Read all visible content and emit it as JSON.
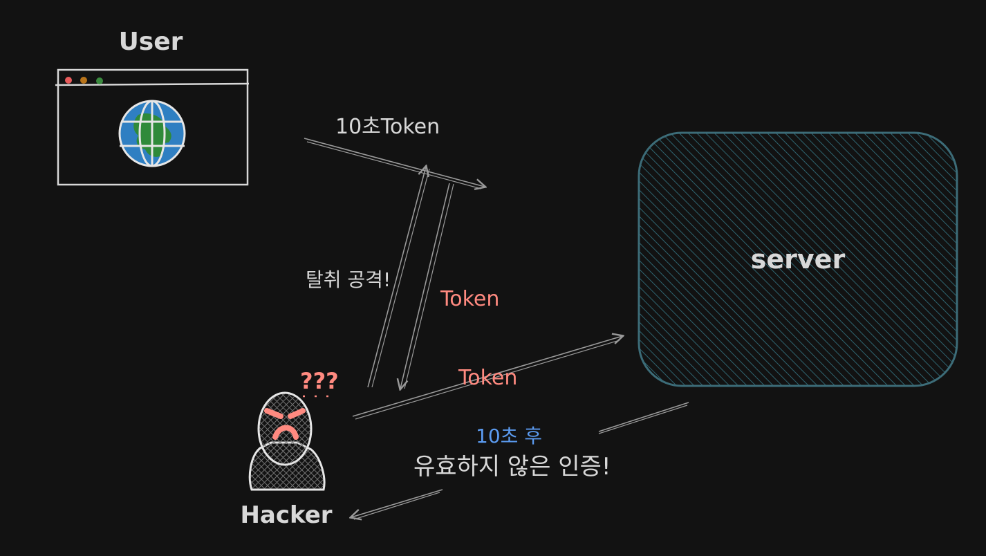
{
  "labels": {
    "user": "User",
    "server": "server",
    "hacker": "Hacker",
    "token_with_time": "10초Token",
    "steal_attack": "탈취 공격!",
    "token_stolen": "Token",
    "token_forward": "Token",
    "question": "???",
    "after_time": "10초 후",
    "invalid_auth": "유효하지 않은 인증!"
  },
  "colors": {
    "background": "#121212",
    "line": "#d8d8d8",
    "arrow": "#9a9a9a",
    "token_red": "#ff8a80",
    "time_blue": "#5b9bf0",
    "server_fill": "#1c4b55",
    "server_stroke": "#3c6c78",
    "globe_blue": "#2f7fc2",
    "globe_green": "#2f8a3a",
    "dot_red": "#e85b5b",
    "dot_orange": "#b8741a",
    "dot_green": "#3a8a3e"
  },
  "icons": [
    "browser-window-icon",
    "globe-icon",
    "hacker-icon"
  ]
}
